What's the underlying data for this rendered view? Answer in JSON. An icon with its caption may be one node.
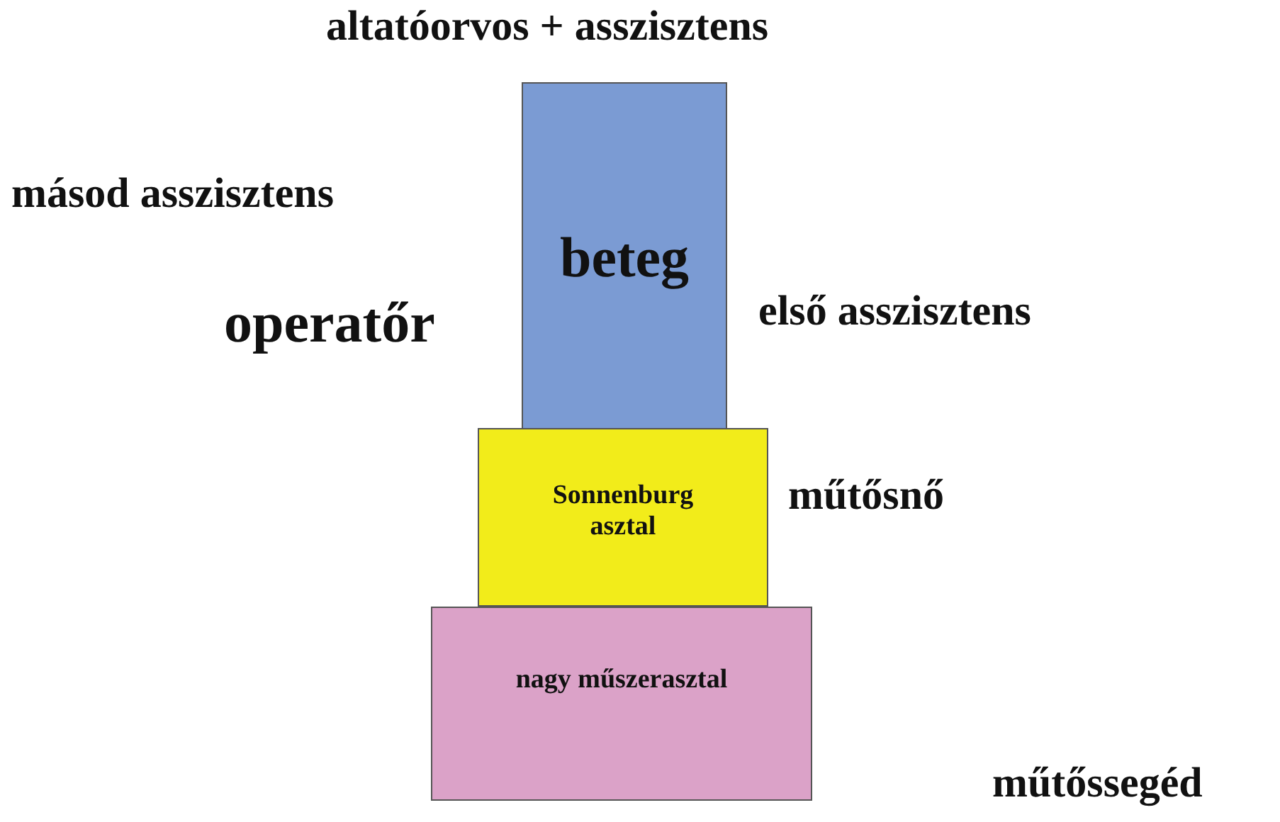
{
  "diagram": {
    "nodes": [
      {
        "text": [
          "beteg"
        ]
      },
      {
        "text": [
          "Sonnenburg asztal"
        ]
      },
      {
        "text": [
          "nagy műszerasztal"
        ]
      }
    ],
    "labels": [
      "altatóorvos + asszisztens",
      "másod asszisztens",
      "operatőr",
      "első asszisztens",
      "műtősnő",
      "műtőssegéd"
    ]
  }
}
